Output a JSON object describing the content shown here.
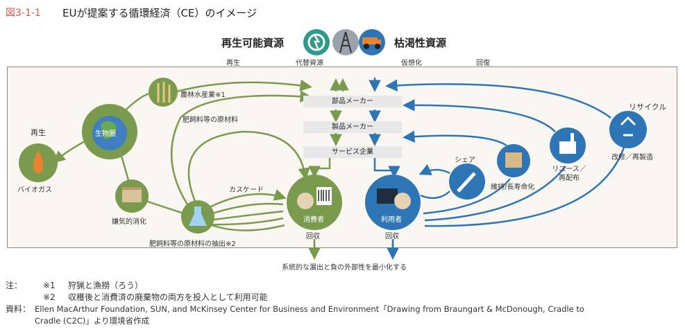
{
  "title": {
    "prefix": "図3-1-1",
    "text": "EUが提案する循環経済（CE）のイメージ"
  },
  "resources": {
    "renewable": "再生可能資源",
    "finite": "枯渇性資源"
  },
  "top_labels": {
    "regenerate": "再生",
    "substitute": "代替資源",
    "virtualize": "仮想化",
    "restore": "回復"
  },
  "nodes": {
    "agriculture": "農林水産業※1",
    "biosphere": "生物圏",
    "regen": "再生",
    "biogas": "バイオガス",
    "anaerobic": "嫌気的消化",
    "extraction": "肥飼料等の原材料の抽出※2",
    "feedstock": "肥飼料等の原材料",
    "cascade": "カスケード",
    "consumer": "消費者",
    "user": "利用者",
    "share": "シェア",
    "maintain": "維持/長寿命化",
    "reuse": "リユース／\n再配布",
    "recycle": "リサイクル",
    "refurbish": "改修／再製造"
  },
  "boxes": {
    "parts": "部品メーカー",
    "product": "製品メーカー",
    "service": "サービス企業"
  },
  "bottom": {
    "collect1": "回収",
    "collect2": "回収",
    "minimize": "系統的な漏出と負の外部性を最小化する"
  },
  "notes": {
    "label": "注：",
    "n1_mark": "※1",
    "n1": "狩猟と漁撈（ろう）",
    "n2_mark": "※2",
    "n2": "収穫後と消費済の廃棄物の両方を投入として利用可能",
    "source_label": "資料：",
    "source1": "Ellen MacArthur Foundation, SUN, and McKinsey Center for Business and Environment「Drawing from Braungart & McDonough, Cradle to",
    "source2": "Cradle (C2C)」より環境省作成"
  },
  "colors": {
    "green": "#7a9a4e",
    "blue": "#2e75b6",
    "accent": "#d9534f",
    "frame": "#faf7f2"
  }
}
